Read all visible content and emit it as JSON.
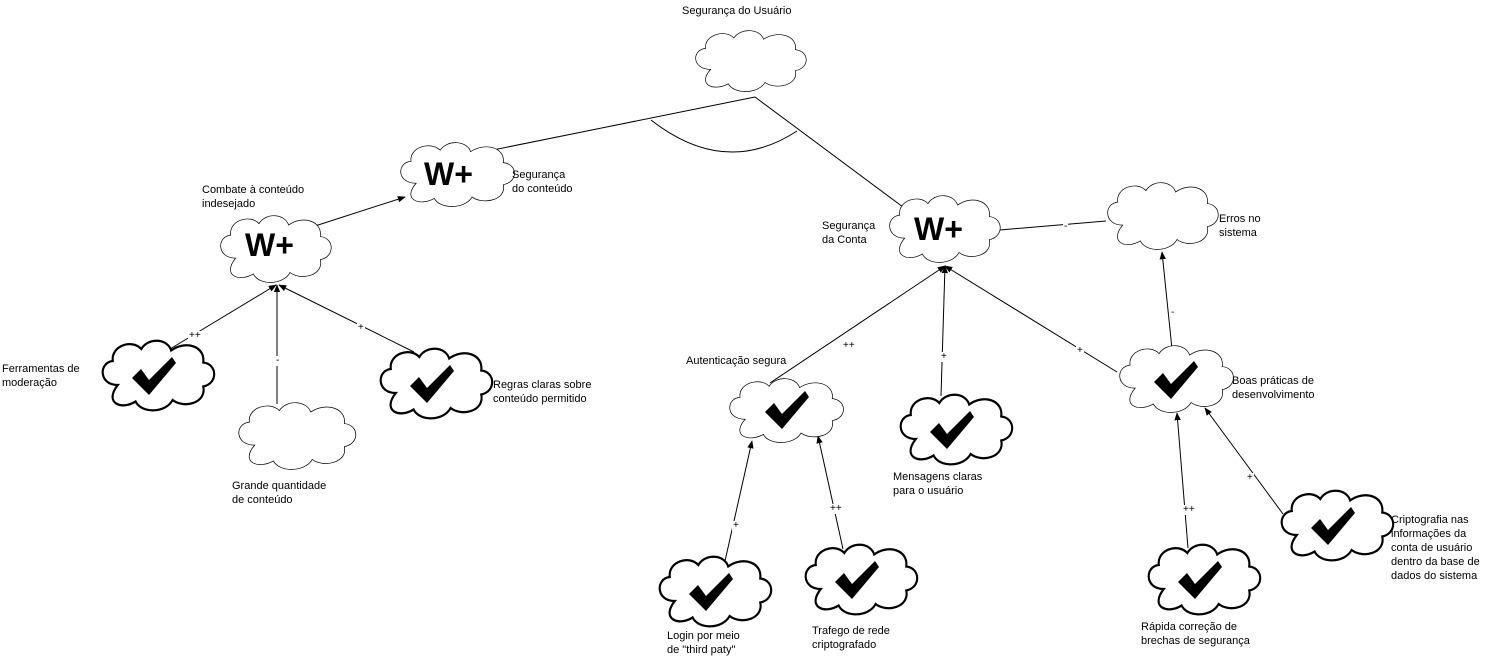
{
  "nodes": {
    "root": {
      "label": "Segurança do Usuário"
    },
    "content_security": {
      "label": "Segurança\ndo conteúdo",
      "mark": "W+"
    },
    "combat": {
      "label": "Combate à conteúdo\nindesejado",
      "mark": "W+"
    },
    "account_security": {
      "label": "Segurança\nda Conta",
      "mark": "W+"
    },
    "system_errors": {
      "label": "Erros no\nsistema"
    },
    "moderation_tools": {
      "label": "Ferramentas de\nmoderação"
    },
    "content_volume": {
      "label": "Grande quantidade\nde conteúdo"
    },
    "clear_rules": {
      "label": "Regras claras sobre\nconteúdo permitido"
    },
    "secure_auth": {
      "label": "Autenticação segura"
    },
    "clear_messages": {
      "label": "Mensagens claras\npara o usuário"
    },
    "dev_practices": {
      "label": "Boas práticas de\ndesenvolvimento"
    },
    "third_party_login": {
      "label": "Login por meio\nde \"third paty\""
    },
    "encrypted_traffic": {
      "label": "Trafego de rede\ncriptografado"
    },
    "quick_fix": {
      "label": "Rápida correção de\nbrechas de segurança"
    },
    "db_crypto": {
      "label": "Criptografia nas\ninformações da\nconta de usuário\ndentro da base de\ndados do sistema"
    }
  },
  "contributions": {
    "moderation_to_combat": "++",
    "volume_to_combat": "-",
    "rules_to_combat": "+",
    "auth_to_account": "++",
    "messages_to_account": "+",
    "practices_to_account": "+",
    "errors_to_account": "-",
    "practices_to_errors": "-",
    "login_to_auth": "+",
    "traffic_to_auth": "++",
    "fix_to_practices": "++",
    "crypto_to_practices": "+"
  }
}
